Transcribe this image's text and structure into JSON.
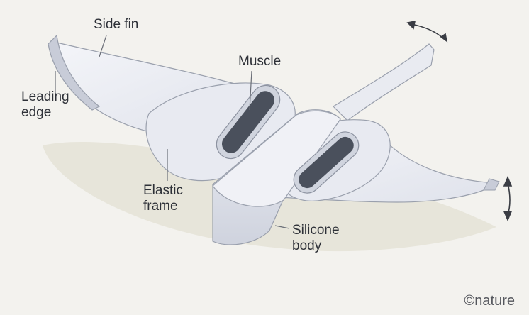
{
  "labels": {
    "side_fin": "Side fin",
    "muscle": "Muscle",
    "leading_edge": [
      "Leading",
      "edge"
    ],
    "elastic_frame": [
      "Elastic",
      "frame"
    ],
    "silicone_body": [
      "Silicone",
      "body"
    ]
  },
  "credit": "©nature",
  "colors": {
    "background": "#f3f2ee",
    "shadow": "#e6e4d8",
    "body_light": "#eef0f6",
    "body_mid": "#dde0ea",
    "body_dark": "#c4c8d4",
    "muscle_fill": "#4a505c",
    "outline": "#9aa0ad"
  }
}
